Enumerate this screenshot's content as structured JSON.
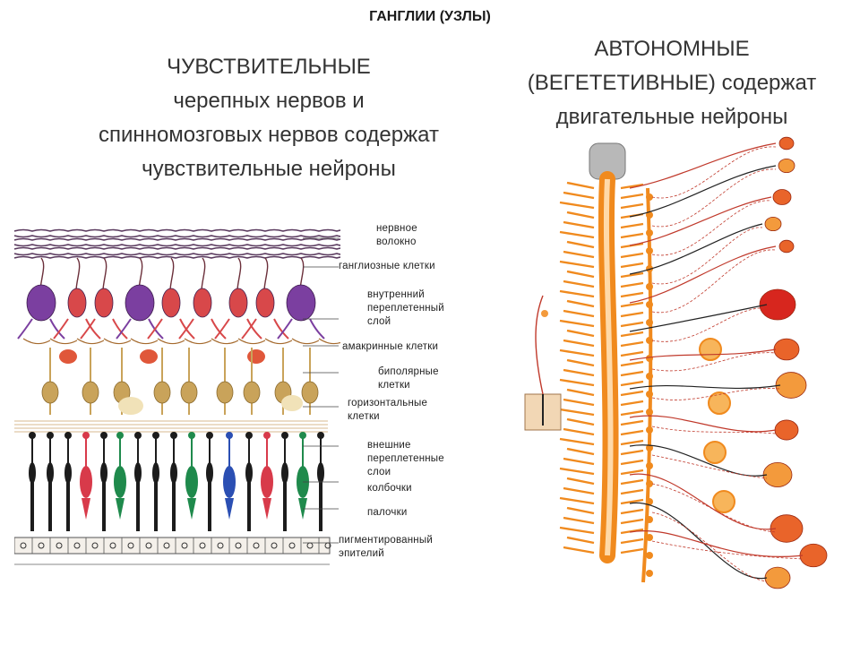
{
  "title": "ГАНГЛИИ (УЗЛЫ)",
  "left_block": {
    "line1": "ЧУВСТВИТЕЛЬНЫЕ",
    "line2": "черепных нервов и",
    "line3": "спинномозговых нервов содержат",
    "line4": "чувствительные нейроны"
  },
  "right_block": {
    "line1": "АВТОНОМНЫЕ",
    "line2": "(ВЕГЕТЕТИВНЫЕ) содержат",
    "line3": "двигательные нейроны"
  },
  "retina_labels": {
    "nerve_fiber": "нервное\nволокно",
    "ganglion_cells": "ганглиозные клетки",
    "inner_plexiform": "внутренний\nпереплетенный\nслой",
    "amacrine_cells": "амакринные клетки",
    "bipolar_cells": "биполярные\nклетки",
    "horizontal_cells": "горизонтальные\nклетки",
    "outer_plexiform": "внешние\nпереплетенные\nслои",
    "cones": "колбочки",
    "rods": "палочки",
    "pigment_epithelium": "пигментированный\nэпителий"
  },
  "colors": {
    "ganglion_purple": "#7b3fa0",
    "ganglion_red": "#d8484a",
    "bipolar_tan": "#c9a35a",
    "cone_green": "#1f8a4c",
    "cone_blue": "#2b4fb3",
    "cone_red": "#d83a4a",
    "rod_black": "#1c1c1c",
    "ans_orange": "#f08a1e",
    "ans_red": "#c0392b"
  }
}
